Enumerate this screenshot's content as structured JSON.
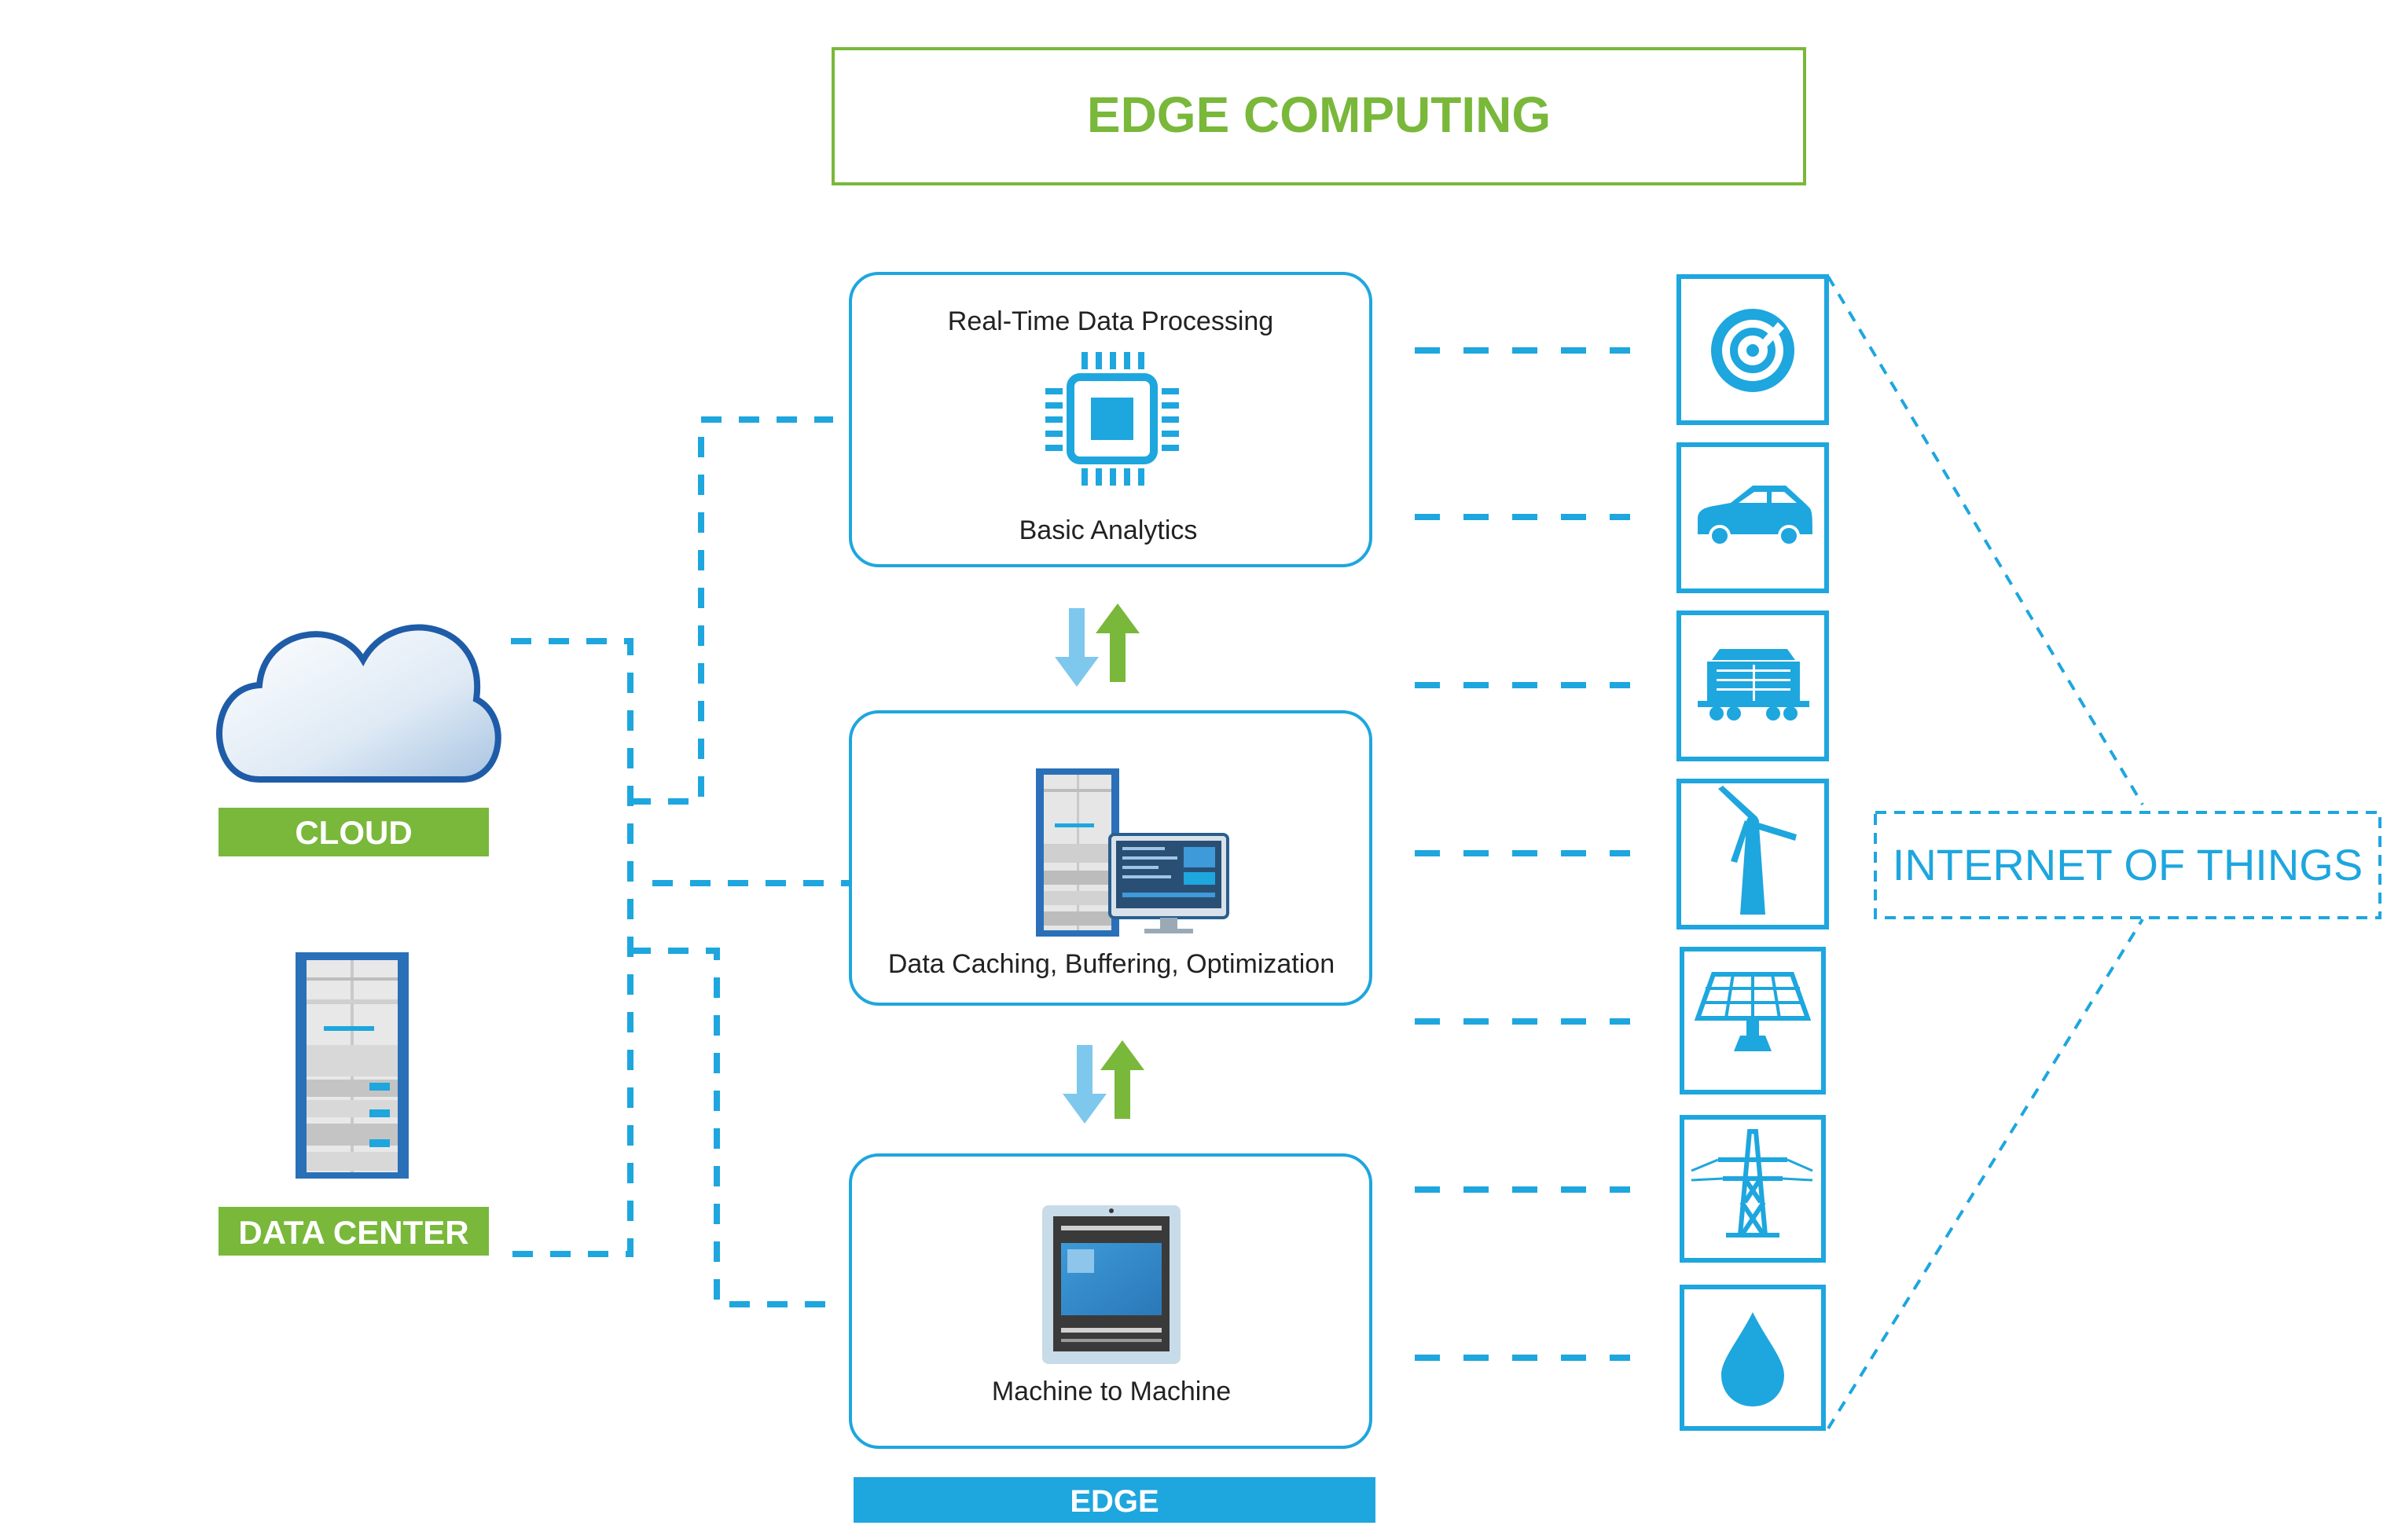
{
  "title": "EDGE COMPUTING",
  "left_labels": {
    "cloud": "CLOUD",
    "data_center": "DATA CENTER"
  },
  "edge": {
    "label": "EDGE",
    "box1": {
      "top": "Real-Time Data Processing",
      "bottom": "Basic Analytics"
    },
    "box2": {
      "label": "Data Caching, Buffering, Optimization"
    },
    "box3": {
      "label": "Machine to Machine"
    }
  },
  "iot": {
    "label": "INTERNET OF THINGS",
    "devices": [
      "gauge-icon",
      "car-icon",
      "rail-wagon-icon",
      "wind-turbine-icon",
      "solar-panel-icon",
      "power-tower-icon",
      "water-drop-icon"
    ]
  },
  "colors": {
    "green": "#79b83a",
    "blue": "#1ea6de",
    "dark_blue": "#1f5ca8",
    "light_blue_arrow": "#7ec8ee",
    "text": "#222222"
  }
}
